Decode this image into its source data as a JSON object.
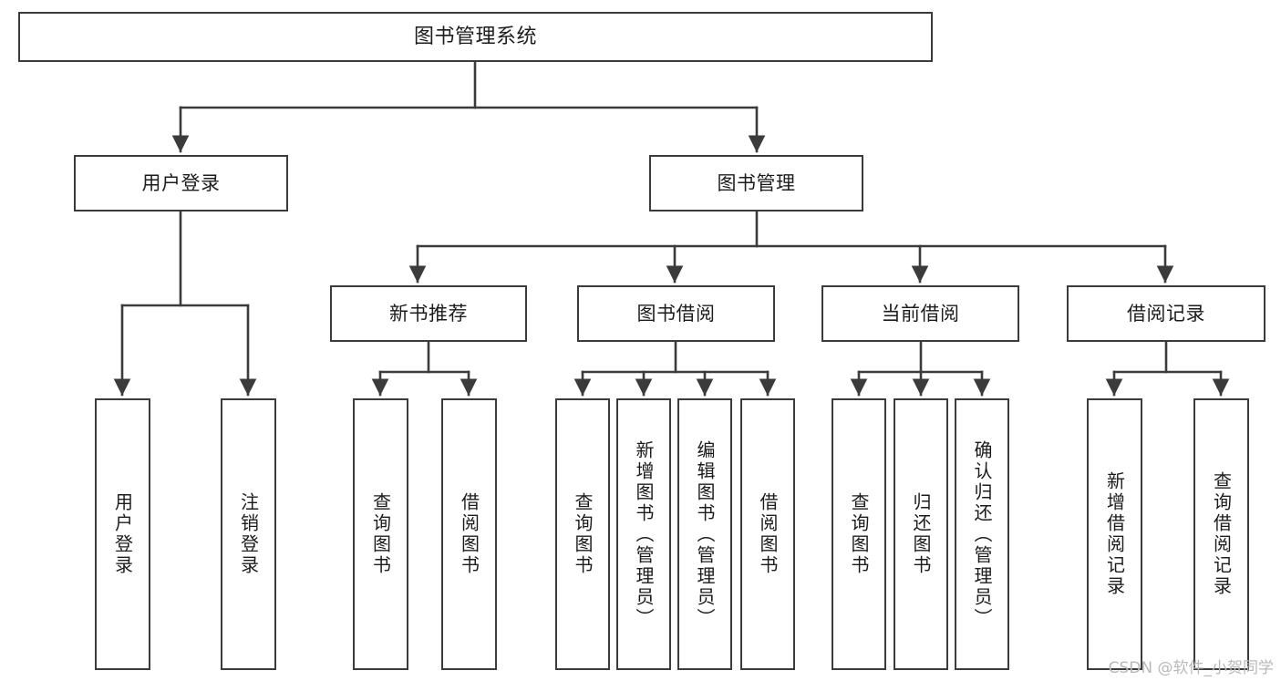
{
  "diagram": {
    "title": "图书管理系统",
    "watermark": "CSDN @软件_小贺同学",
    "stroke_color": "#3b3b3b",
    "box_fill": "#ffffff",
    "text_color": "#1c1c1c",
    "watermark_color": "#b9b9b9",
    "levels": {
      "level1": [
        {
          "id": "root",
          "label": "图书管理系统"
        }
      ],
      "level2": [
        {
          "id": "user-login",
          "label": "用户登录"
        },
        {
          "id": "book-manage",
          "label": "图书管理"
        }
      ],
      "level3": [
        {
          "id": "new-book-recommend",
          "label": "新书推荐"
        },
        {
          "id": "book-borrow",
          "label": "图书借阅"
        },
        {
          "id": "current-borrow",
          "label": "当前借阅"
        },
        {
          "id": "borrow-record",
          "label": "借阅记录"
        }
      ],
      "leaves": [
        {
          "id": "leaf-user-login",
          "label": "用户登录",
          "parent": "user-login"
        },
        {
          "id": "leaf-logout-login",
          "label": "注销登录",
          "parent": "user-login"
        },
        {
          "id": "leaf-query-book-1",
          "label": "查询图书",
          "parent": "new-book-recommend"
        },
        {
          "id": "leaf-borrow-book-1",
          "label": "借阅图书",
          "parent": "new-book-recommend"
        },
        {
          "id": "leaf-query-book-2",
          "label": "查询图书",
          "parent": "book-borrow"
        },
        {
          "id": "leaf-add-book",
          "label": "新增图书（管理员）",
          "parent": "book-borrow"
        },
        {
          "id": "leaf-edit-book",
          "label": "编辑图书（管理员）",
          "parent": "book-borrow"
        },
        {
          "id": "leaf-borrow-book-2",
          "label": "借阅图书",
          "parent": "book-borrow"
        },
        {
          "id": "leaf-query-book-3",
          "label": "查询图书",
          "parent": "current-borrow"
        },
        {
          "id": "leaf-return-book",
          "label": "归还图书",
          "parent": "current-borrow"
        },
        {
          "id": "leaf-confirm-return",
          "label": "确认归还（管理员）",
          "parent": "current-borrow"
        },
        {
          "id": "leaf-add-record",
          "label": "新增借阅记录",
          "parent": "borrow-record"
        },
        {
          "id": "leaf-query-record",
          "label": "查询借阅记录",
          "parent": "borrow-record"
        }
      ]
    }
  }
}
